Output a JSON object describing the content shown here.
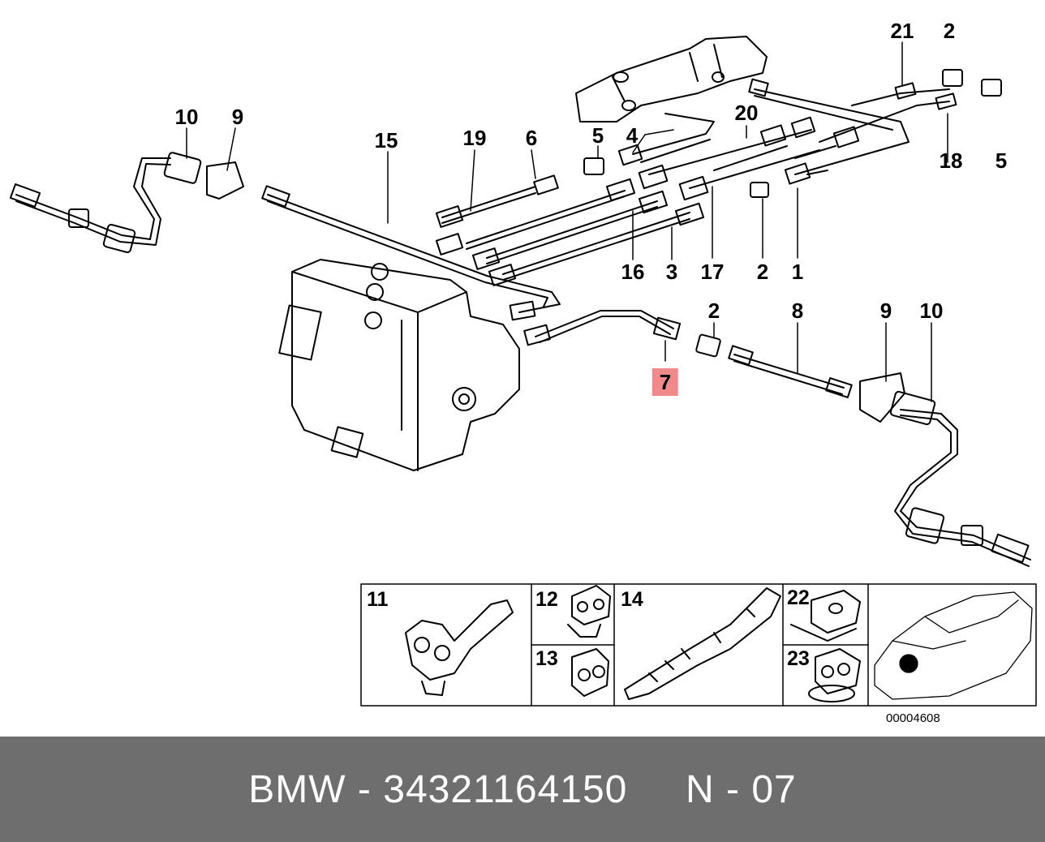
{
  "diagram": {
    "callouts": [
      {
        "id": "c21",
        "label": "21"
      },
      {
        "id": "c2a",
        "label": "2"
      },
      {
        "id": "c10a",
        "label": "10"
      },
      {
        "id": "c9a",
        "label": "9"
      },
      {
        "id": "c15",
        "label": "15"
      },
      {
        "id": "c19",
        "label": "19"
      },
      {
        "id": "c6",
        "label": "6"
      },
      {
        "id": "c5a",
        "label": "5"
      },
      {
        "id": "c4",
        "label": "4"
      },
      {
        "id": "c20",
        "label": "20"
      },
      {
        "id": "c18",
        "label": "18"
      },
      {
        "id": "c5b",
        "label": "5"
      },
      {
        "id": "c16",
        "label": "16"
      },
      {
        "id": "c3",
        "label": "3"
      },
      {
        "id": "c17",
        "label": "17"
      },
      {
        "id": "c2b",
        "label": "2"
      },
      {
        "id": "c1",
        "label": "1"
      },
      {
        "id": "c2c",
        "label": "2"
      },
      {
        "id": "c8",
        "label": "8"
      },
      {
        "id": "c9b",
        "label": "9"
      },
      {
        "id": "c10b",
        "label": "10"
      },
      {
        "id": "c7",
        "label": "7",
        "highlighted": true
      }
    ],
    "inset_labels": [
      "11",
      "12",
      "13",
      "14",
      "22",
      "23"
    ],
    "diagram_number": "00004608",
    "highlight_color": "#f08a8a"
  },
  "footer": {
    "text": "BMW - 34321164150     N - 07",
    "background": "#6e6e6e"
  }
}
